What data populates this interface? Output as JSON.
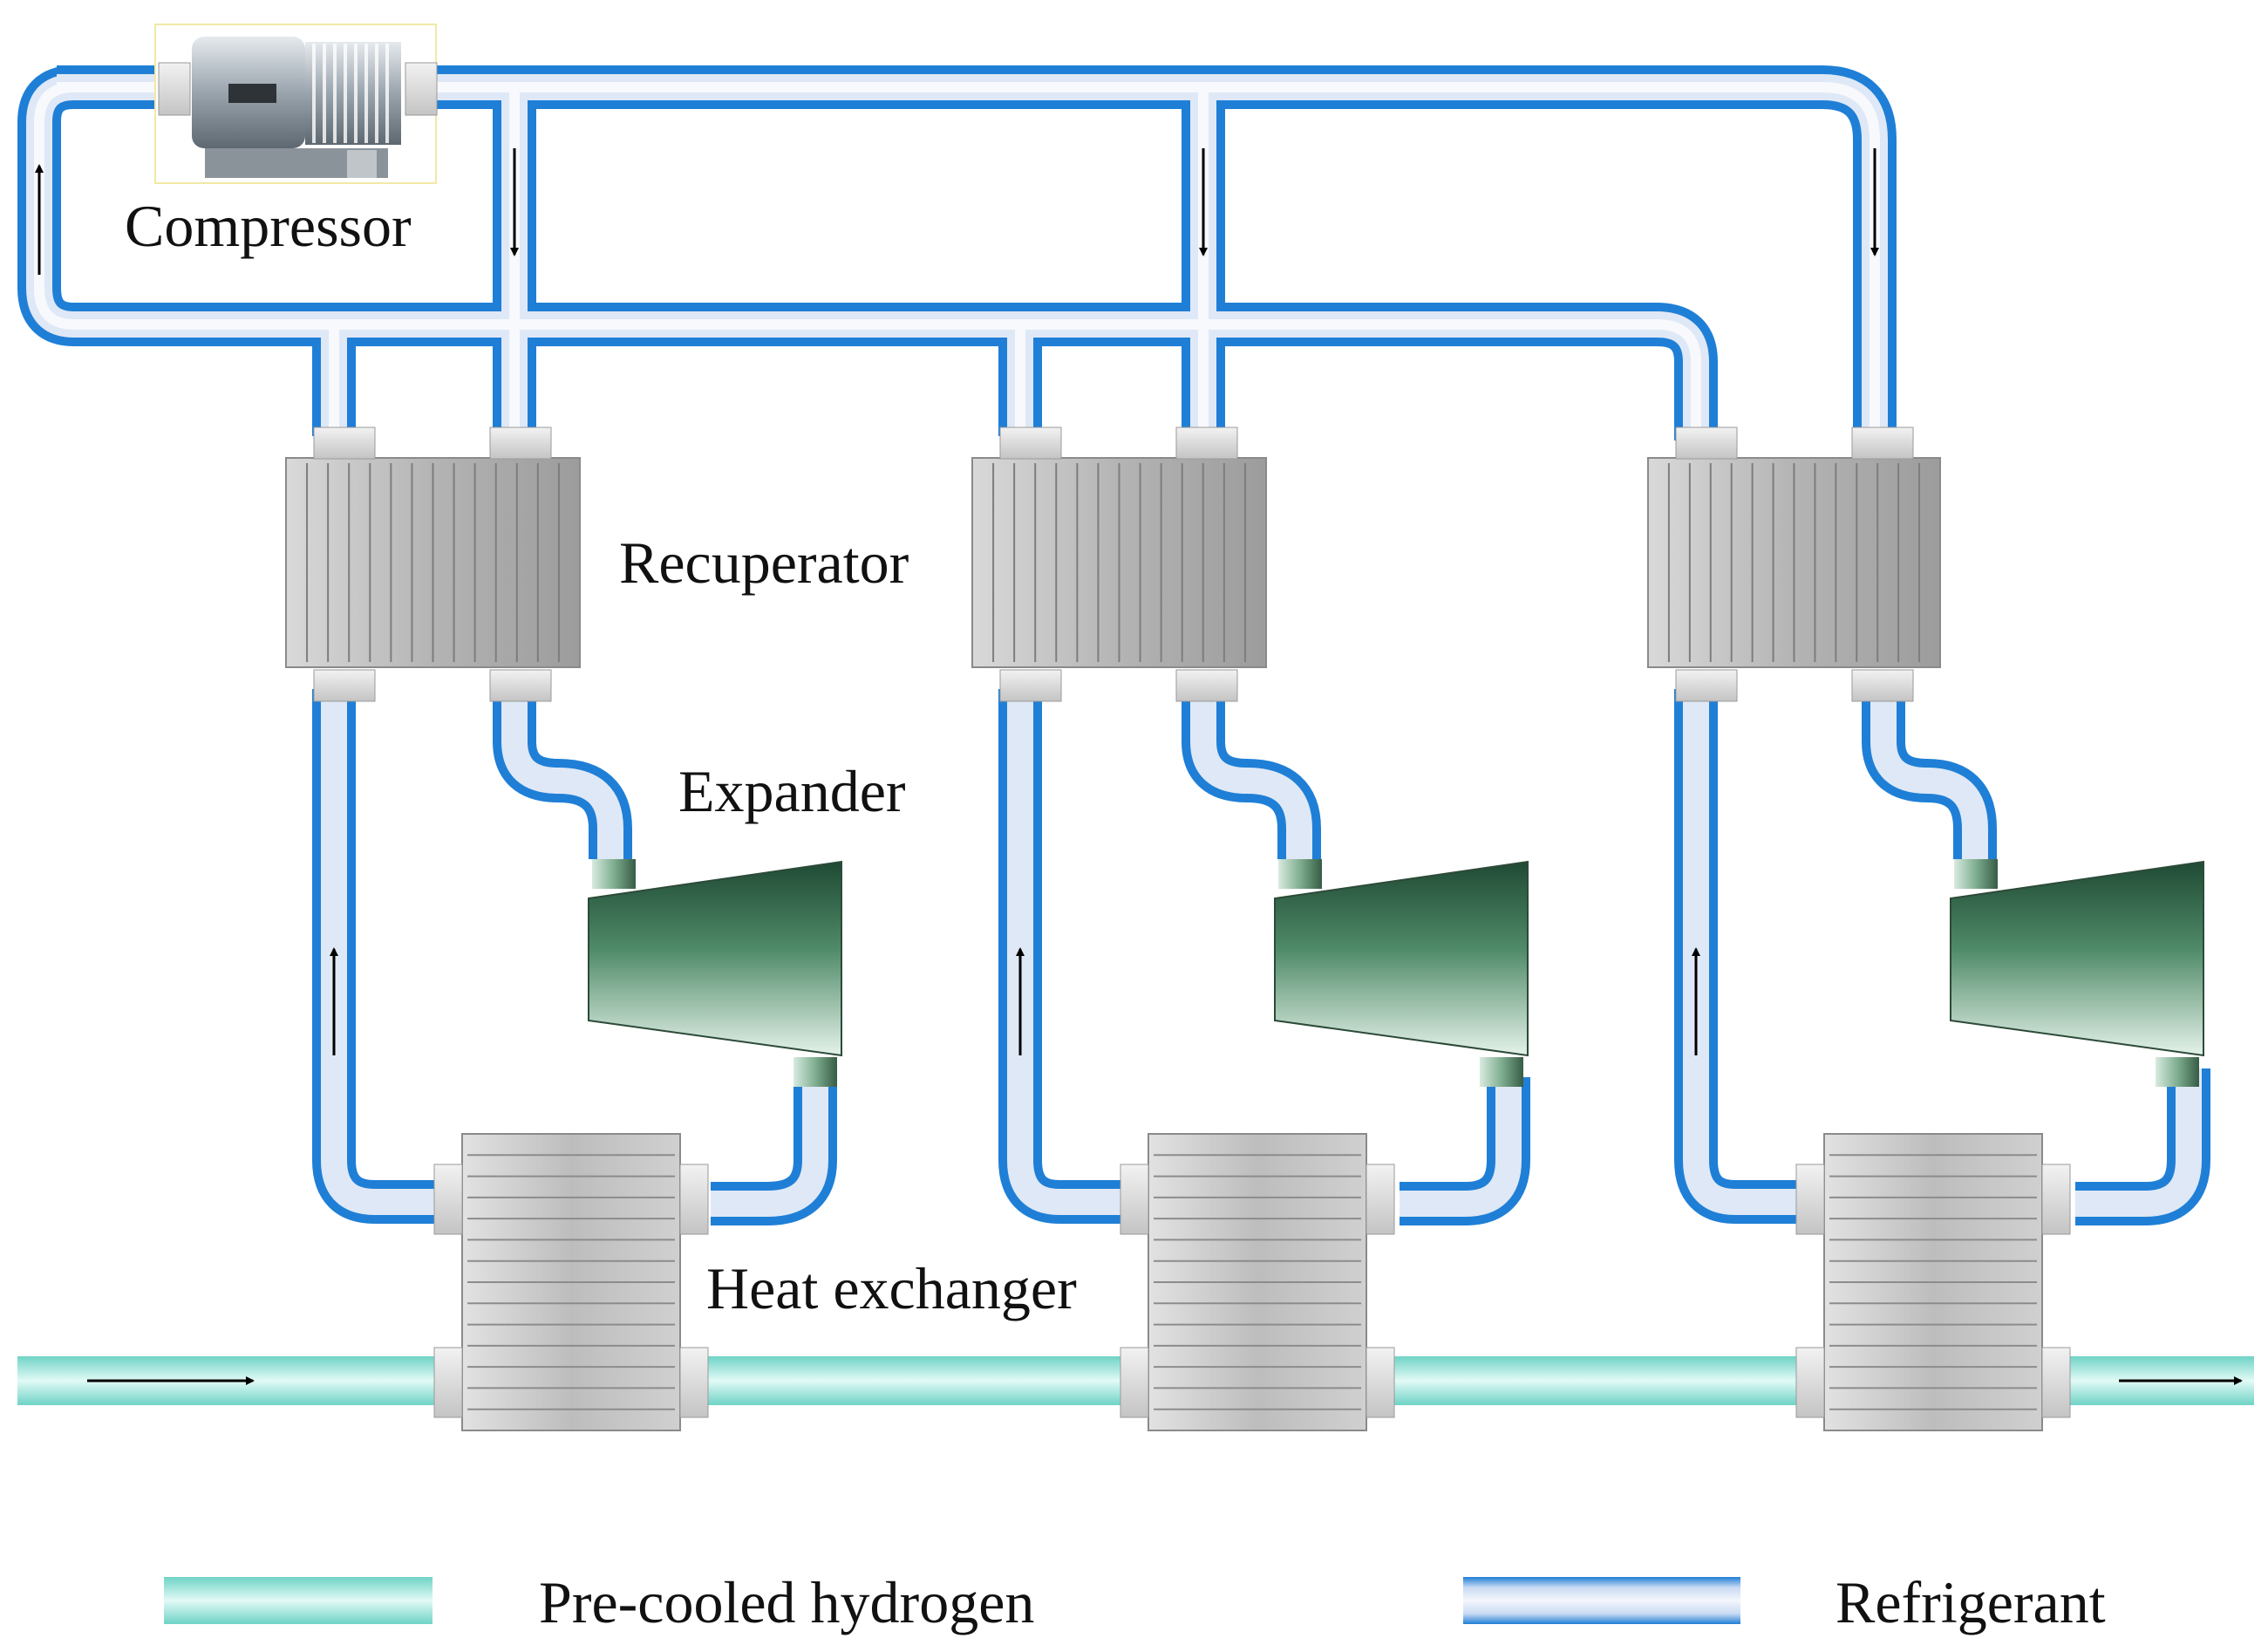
{
  "labels": {
    "compressor": "Compressor",
    "recuperator": "Recuperator",
    "expander": "Expander",
    "heat_exchanger": "Heat exchanger"
  },
  "legend": [
    {
      "label": "Pre-cooled hydrogen",
      "color": "#8fe0d4"
    },
    {
      "label": "Refrigerant",
      "color": "#1f7fd6"
    }
  ],
  "colors": {
    "refrigerant_pipe_edge": "#1f7fd6",
    "refrigerant_pipe_core": "#eef3fb",
    "hydrogen_pipe_edge": "#6fd3c6",
    "hydrogen_pipe_core": "#e2faf6",
    "expander_body": "#2f6b4c",
    "equipment_gray": "#bdbdbd"
  },
  "stages": [
    {
      "id": "stage-1"
    },
    {
      "id": "stage-2"
    },
    {
      "id": "stage-3"
    }
  ]
}
